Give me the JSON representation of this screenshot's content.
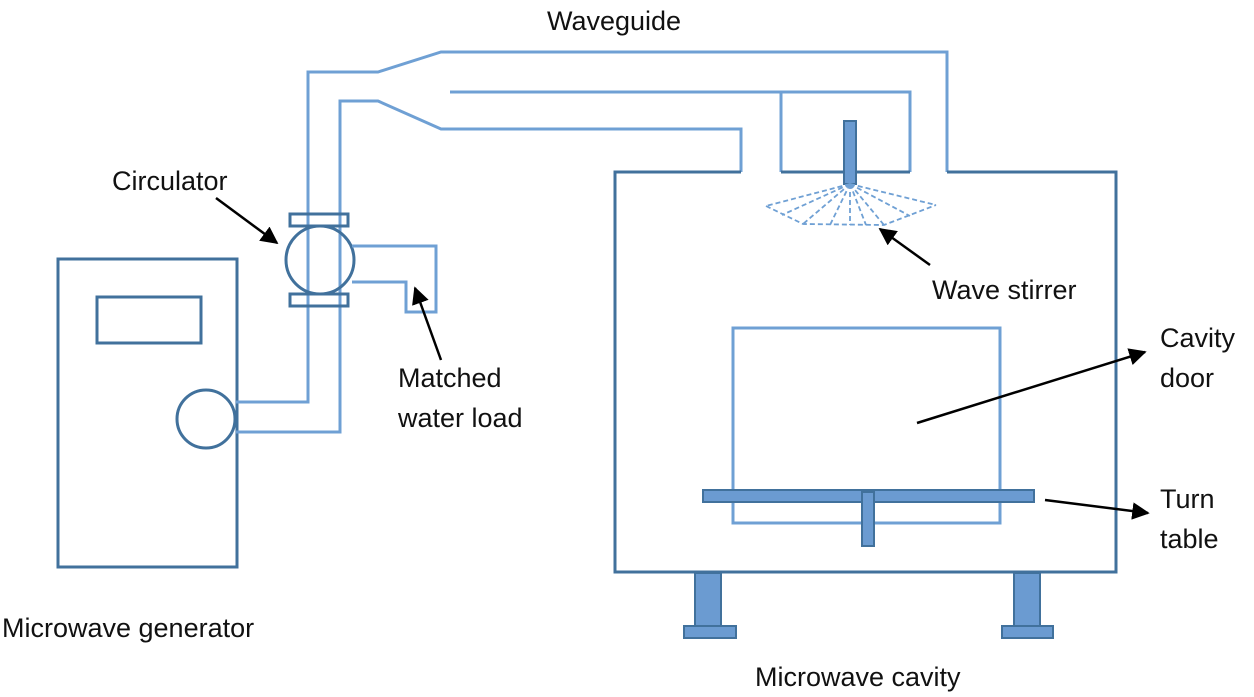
{
  "labels": {
    "waveguide": "Waveguide",
    "circulator": "Circulator",
    "matched_water_load_line1": "Matched",
    "matched_water_load_line2": "water load",
    "wave_stirrer": "Wave stirrer",
    "cavity_door_line1": "Cavity",
    "cavity_door_line2": "door",
    "turn_table_line1": "Turn",
    "turn_table_line2": "table",
    "microwave_generator": "Microwave generator",
    "microwave_cavity": "Microwave cavity"
  },
  "colors": {
    "dark_blue": "#41719c",
    "light_blue": "#6fa0d4",
    "fill_blue": "#6b9bd1",
    "arrow": "#000000"
  }
}
